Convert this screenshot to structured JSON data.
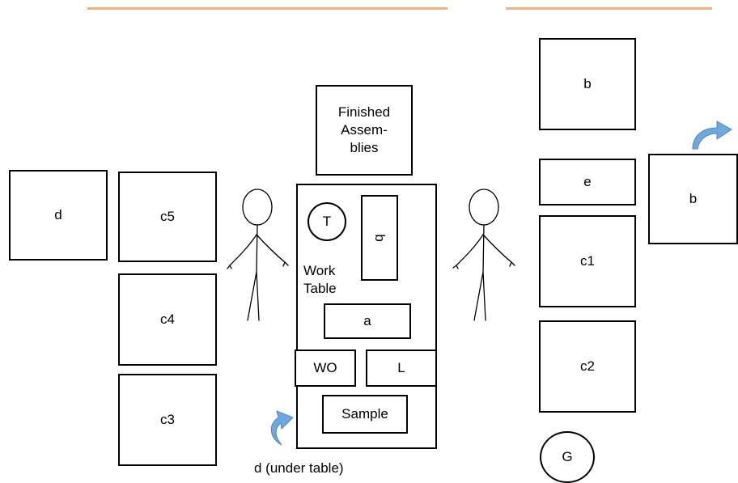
{
  "areas": {
    "finished": "Finished\nAssem-\nblies",
    "d_left": "d",
    "c5": "c5",
    "c4": "c4",
    "c3": "c3",
    "b_top_right": "b",
    "e": "e",
    "c1": "c1",
    "c2": "c2",
    "b_side": "b",
    "g": "G"
  },
  "table": {
    "t_label": "T",
    "work_table": "Work\nTable",
    "b_rotated": "b",
    "a": "a",
    "wo": "WO",
    "l": "L",
    "sample": "Sample"
  },
  "note": "d (under table)",
  "colors": {
    "accent_line": "#f0b27a",
    "arrow": "#6fa8dc"
  }
}
